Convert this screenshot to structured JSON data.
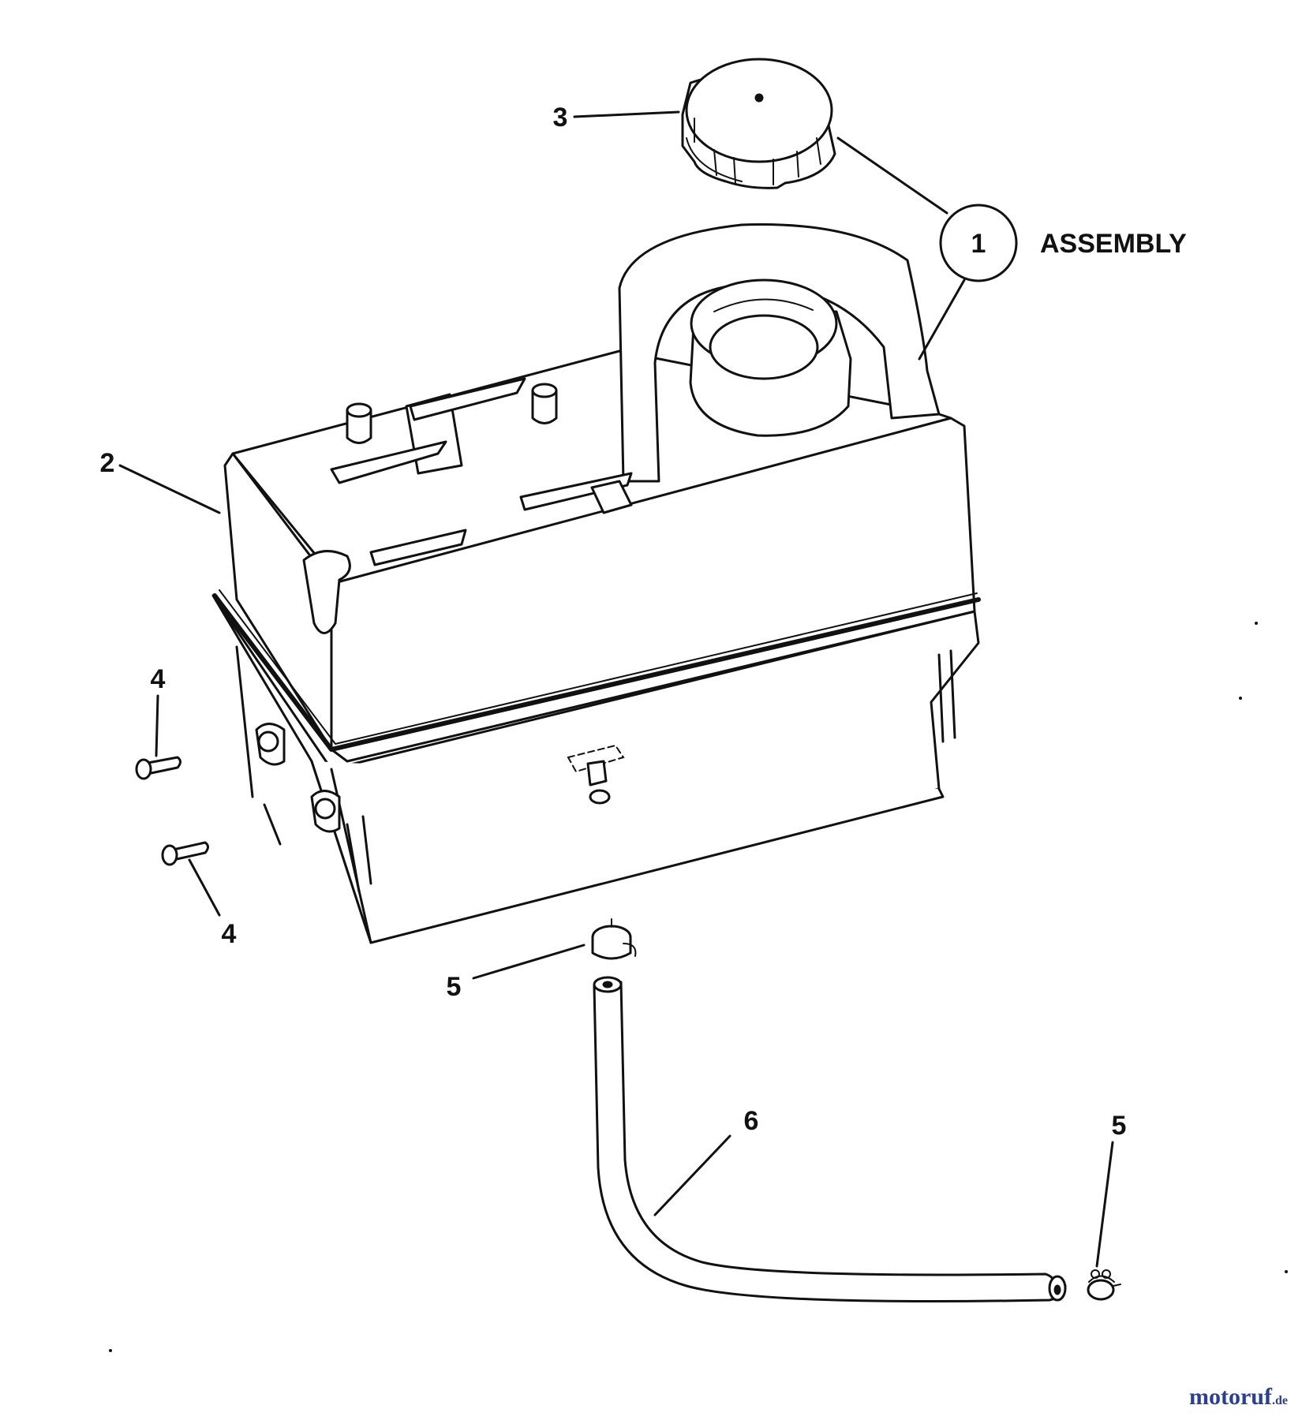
{
  "callouts": {
    "assembly_number": "1",
    "assembly_label": "ASSEMBLY",
    "tank": "2",
    "cap": "3",
    "screw_upper": "4",
    "screw_lower": "4",
    "clamp_upper": "5",
    "clamp_lower": "5",
    "hose": "6"
  },
  "watermark": {
    "brand": "motoruf",
    "tld": ".de"
  },
  "colors": {
    "line": "#111111",
    "background": "#ffffff",
    "watermark": "#2a3f8f"
  }
}
